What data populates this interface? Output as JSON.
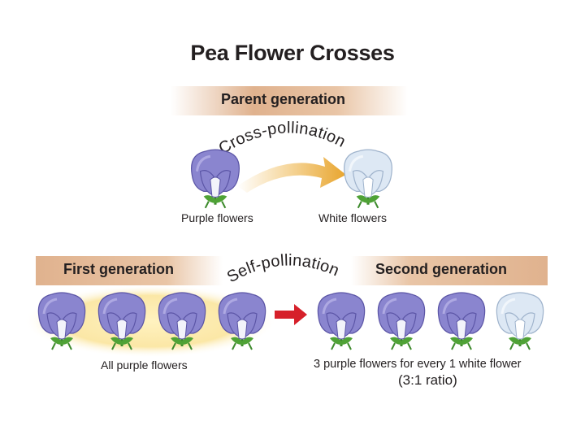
{
  "title": "Pea Flower Crosses",
  "parent": {
    "band_label": "Parent generation",
    "arc_label": "Cross-pollination",
    "left_caption": "Purple flowers",
    "right_caption": "White flowers"
  },
  "offspring": {
    "first_label": "First generation",
    "arc_label": "Self-pollination",
    "second_label": "Second generation",
    "first_caption": "All purple flowers",
    "second_caption": "3 purple flowers for every 1 white flower",
    "ratio": "(3:1 ratio)"
  },
  "flowers": {
    "parent": [
      "purple",
      "white"
    ],
    "first": [
      "purple",
      "purple",
      "purple",
      "purple"
    ],
    "second": [
      "purple",
      "purple",
      "purple",
      "white"
    ]
  },
  "colors": {
    "purple_petal": "#8a85cf",
    "white_petal": "#dde8f4",
    "arrow_orange": "#e8a52e",
    "arrow_red": "#d6202a",
    "band_tan": "#e0b28e"
  }
}
